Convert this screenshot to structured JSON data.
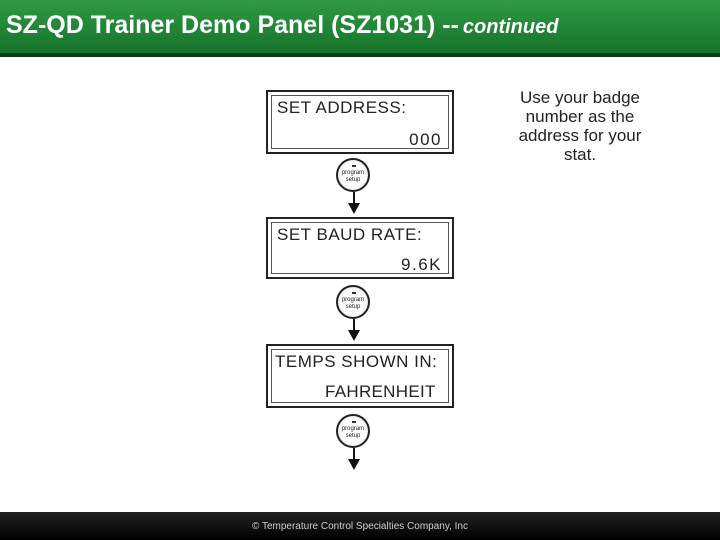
{
  "header": {
    "title": "SZ-QD Trainer Demo Panel (SZ1031) --",
    "title_continued": "continued"
  },
  "steps": [
    {
      "label": "SET  ADDRESS:",
      "value": "000"
    },
    {
      "label": "SET  BAUD  RATE:",
      "value": "9.6K"
    },
    {
      "label": "TEMPS  SHOWN  IN:",
      "value": "FAHRENHEIT"
    }
  ],
  "program_button": {
    "line1": "program",
    "line2": "setup"
  },
  "note": "Use your badge number as the address for your stat.",
  "footer": {
    "copyright": "© Temperature Control Specialties Company, Inc"
  },
  "colors": {
    "header_green": "#1f8a35",
    "footer_black": "#111111"
  }
}
